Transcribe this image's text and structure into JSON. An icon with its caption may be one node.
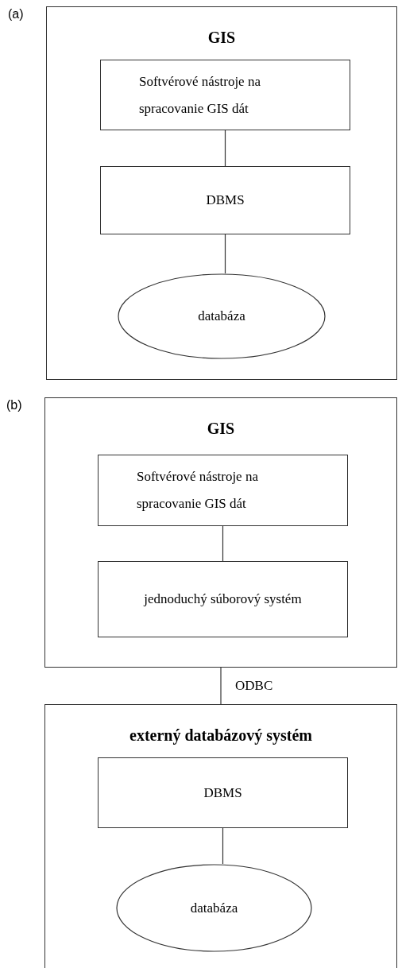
{
  "diagram": {
    "nodes": [
      {
        "text": [
          "GIS"
        ]
      },
      {
        "text": [
          "Softvérové nástroje na spracovanie GIS dát"
        ],
        "in": 0
      },
      {
        "text": [
          "DBMS"
        ],
        "in": 0
      },
      {
        "text": [
          "databáza"
        ],
        "in": 0
      },
      {
        "text": [
          "GIS"
        ]
      },
      {
        "text": [
          "Softvérové nástroje na spracovanie GIS dát"
        ],
        "in": 4
      },
      {
        "text": [
          "jednoduchý súborový systém"
        ],
        "in": 4
      },
      {
        "text": [
          "externý databázový systém"
        ]
      },
      {
        "text": [
          "DBMS"
        ],
        "in": 7
      },
      {
        "text": [
          "databáza"
        ],
        "in": 7
      }
    ],
    "edges": [
      {
        "from": 1,
        "to": 2,
        "arrow": "none"
      },
      {
        "from": 2,
        "to": 3,
        "arrow": "none"
      },
      {
        "from": 5,
        "to": 6,
        "arrow": "none"
      },
      {
        "from": 4,
        "to": 7,
        "arrow": "none",
        "label": "ODBC"
      },
      {
        "from": 8,
        "to": 9,
        "arrow": "none"
      }
    ],
    "labels": [
      "(a)",
      "(b)"
    ]
  }
}
